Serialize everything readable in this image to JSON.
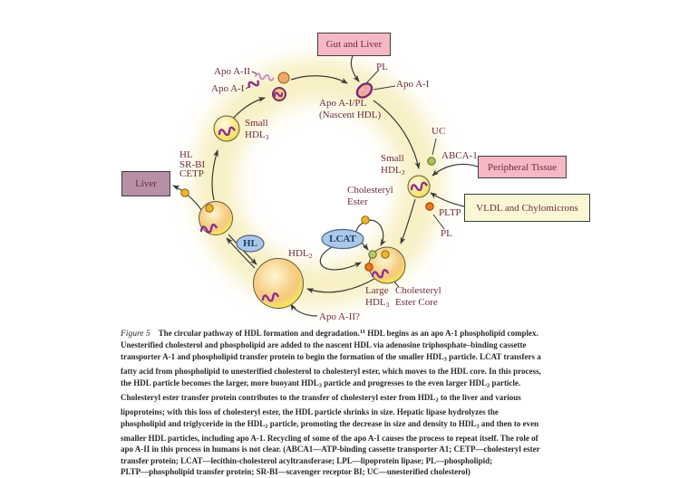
{
  "colors": {
    "box_pink": "#f5b8c4",
    "box_pale_yellow": "#fbf7d5",
    "box_mauve": "#b78fa7",
    "ellipse_blue": "#aac8e8",
    "label_maroon": "#6b2c3e",
    "enzyme_text_navy": "#1e3d6b",
    "sphere_yellow": "#f6e14b",
    "sphere_core_orange": "#f6c97c",
    "dot_gold": "#f0b42a",
    "dot_orange": "#e8791c",
    "dot_green": "#adc554",
    "squiggle_purple": "#8d2d8f",
    "squiggle_light_purple": "#c48fd0",
    "arrow_gray": "#3a3a3a",
    "glow_cream": "#f7eebe",
    "caption_text": "#2c2826"
  },
  "boxes": {
    "gut_liver": "Gut and Liver",
    "liver": "Liver",
    "peripheral_tissue": "Peripheral Tissue",
    "vldl": "VLDL and Chylomicrons"
  },
  "enzymes": {
    "lcat": "LCAT",
    "hl": "HL"
  },
  "labels": {
    "apo_a2_top": "Apo A-II",
    "apo_a1_top": "Apo A-I",
    "small_hdl3_left": "Small\nHDL~3~",
    "pl_top": "PL",
    "apo_a1_right": "Apo A-I",
    "nascent_hdl": "Apo A-I/PL\n(Nascent HDL)",
    "uc": "UC",
    "abca1": "ABCA-1",
    "small_hdl3_right": "Small\nHDL~3~",
    "pltp": "PLTP",
    "pl_right": "PL",
    "hl_srbi_cetp": "HL\nSR-BI\nCETP",
    "cholesteryl_ester": "Cholesteryl\nEster",
    "large_hdl3": "Large\nHDL~3~",
    "cholesteryl_ester_core": "Cholesteryl\nEster Core",
    "hdl2": "HDL~2~",
    "apo_a2_question": "Apo A-II?"
  },
  "caption": {
    "figure_label": "Figure 5",
    "lines": [
      "The circular pathway of HDL formation and degradation.^11^ HDL begins as an apo A-1 phospholipid complex.",
      "Unesterified cholesterol and phospholipid are added to the nascent HDL via adenosine triphosphate–binding cassette",
      "transporter A-1 and phospholipid transfer protein to begin the formation of the smaller HDL~3~ particle. LCAT transfers a",
      "fatty acid from phospholipid to unesterified cholesterol to cholesteryl ester, which moves to the HDL core. In this process,",
      "the HDL particle becomes the larger, more buoyant HDL~3~ particle and progresses to the even larger HDL~2~ particle.",
      "Cholesteryl ester transfer protein contributes to the transfer of cholesteryl ester from HDL~2~ to the liver and various",
      "lipoproteins; with this loss of cholesteryl ester, the HDL particle shrinks in size. Hepatic lipase hydrolyzes the",
      "phospholipid and triglyceride in the HDL~2~ particle, promoting the decrease in size and density to HDL~3~ and then to even",
      "smaller HDL particles, including apo A-1. Recycling of some of the apo A-I causes the process to repeat itself. The role of",
      "apo A-II in this process in humans is not clear. (ABCA1—ATP-binding cassette transporter A1; CETP—cholesteryl ester",
      "transfer protein; LCAT—lecithin-cholesterol acyltransferase; LPL—lipoprotein lipase; PL—phospholipid;",
      "PLTP—phospholipid transfer protein; SR-BI—scavenger receptor BI; UC—unesterified cholesterol)"
    ]
  }
}
